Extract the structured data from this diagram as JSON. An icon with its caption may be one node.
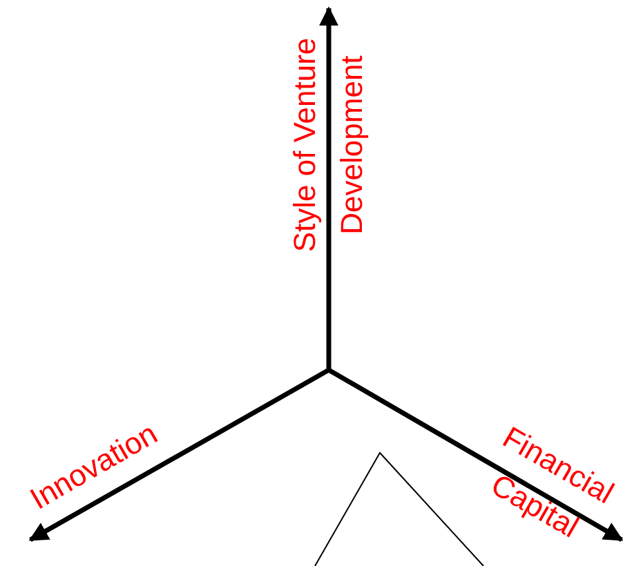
{
  "diagram": {
    "labels": [
      "Style of Venture Development",
      "Innovation",
      "Financial Capital"
    ]
  }
}
